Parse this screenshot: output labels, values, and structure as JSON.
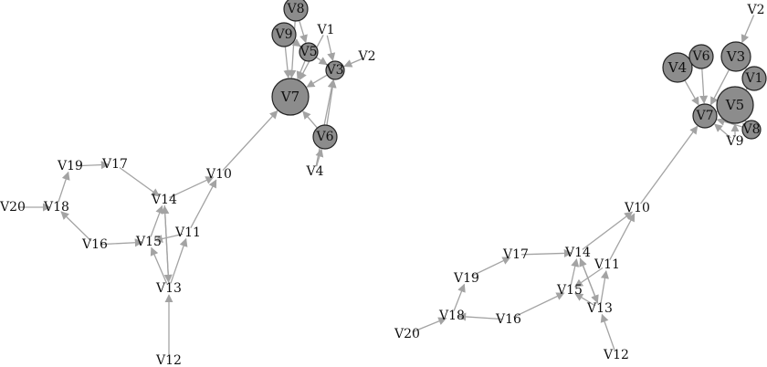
{
  "colors": {
    "edge": "#a3a3a3",
    "node_fill": "#8c8c8c",
    "node_stroke": "#222222",
    "label": "#111111"
  },
  "graphs": [
    {
      "id": "left",
      "nodes": [
        {
          "id": "V1",
          "label": "V1",
          "size": 0
        },
        {
          "id": "V2",
          "label": "V2",
          "size": 0
        },
        {
          "id": "V3",
          "label": "V3",
          "size": 1
        },
        {
          "id": "V4",
          "label": "V4",
          "size": 0
        },
        {
          "id": "V5",
          "label": "V5",
          "size": 1
        },
        {
          "id": "V6",
          "label": "V6",
          "size": 2
        },
        {
          "id": "V7",
          "label": "V7",
          "size": 4
        },
        {
          "id": "V8",
          "label": "V8",
          "size": 2
        },
        {
          "id": "V9",
          "label": "V9",
          "size": 2
        },
        {
          "id": "V10",
          "label": "V10",
          "size": 0
        },
        {
          "id": "V11",
          "label": "V11",
          "size": 0
        },
        {
          "id": "V12",
          "label": "V12",
          "size": 0
        },
        {
          "id": "V13",
          "label": "V13",
          "size": 0
        },
        {
          "id": "V14",
          "label": "V14",
          "size": 0
        },
        {
          "id": "V15",
          "label": "V15",
          "size": 0
        },
        {
          "id": "V16",
          "label": "V16",
          "size": 0
        },
        {
          "id": "V17",
          "label": "V17",
          "size": 0
        },
        {
          "id": "V18",
          "label": "V18",
          "size": 0
        },
        {
          "id": "V19",
          "label": "V19",
          "size": 0
        },
        {
          "id": "V20",
          "label": "V20",
          "size": 0
        }
      ],
      "edges": [
        [
          "V1",
          "V3"
        ],
        [
          "V2",
          "V3"
        ],
        [
          "V5",
          "V3"
        ],
        [
          "V8",
          "V5"
        ],
        [
          "V9",
          "V5"
        ],
        [
          "V8",
          "V7"
        ],
        [
          "V9",
          "V7"
        ],
        [
          "V5",
          "V7"
        ],
        [
          "V3",
          "V7"
        ],
        [
          "V6",
          "V3"
        ],
        [
          "V6",
          "V7"
        ],
        [
          "V4",
          "V6"
        ],
        [
          "V4",
          "V3"
        ],
        [
          "V1",
          "V7"
        ],
        [
          "V10",
          "V7"
        ],
        [
          "V14",
          "V10"
        ],
        [
          "V11",
          "V10"
        ],
        [
          "V13",
          "V11"
        ],
        [
          "V13",
          "V14"
        ],
        [
          "V15",
          "V14"
        ],
        [
          "V13",
          "V15"
        ],
        [
          "V12",
          "V13"
        ],
        [
          "V16",
          "V15"
        ],
        [
          "V17",
          "V14"
        ],
        [
          "V19",
          "V17"
        ],
        [
          "V18",
          "V19"
        ],
        [
          "V16",
          "V18"
        ],
        [
          "V20",
          "V18"
        ],
        [
          "V11",
          "V15"
        ],
        [
          "V14",
          "V13"
        ]
      ]
    },
    {
      "id": "right",
      "nodes": [
        {
          "id": "V1",
          "label": "V1",
          "size": 2
        },
        {
          "id": "V2",
          "label": "V2",
          "size": 0
        },
        {
          "id": "V3",
          "label": "V3",
          "size": 3
        },
        {
          "id": "V4",
          "label": "V4",
          "size": 3
        },
        {
          "id": "V5",
          "label": "V5",
          "size": 4
        },
        {
          "id": "V6",
          "label": "V6",
          "size": 2
        },
        {
          "id": "V7",
          "label": "V7",
          "size": 2
        },
        {
          "id": "V8",
          "label": "V8",
          "size": 1
        },
        {
          "id": "V9",
          "label": "V9",
          "size": 0
        },
        {
          "id": "V10",
          "label": "V10",
          "size": 0
        },
        {
          "id": "V11",
          "label": "V11",
          "size": 0
        },
        {
          "id": "V12",
          "label": "V12",
          "size": 0
        },
        {
          "id": "V13",
          "label": "V13",
          "size": 0
        },
        {
          "id": "V14",
          "label": "V14",
          "size": 0
        },
        {
          "id": "V15",
          "label": "V15",
          "size": 0
        },
        {
          "id": "V16",
          "label": "V16",
          "size": 0
        },
        {
          "id": "V17",
          "label": "V17",
          "size": 0
        },
        {
          "id": "V18",
          "label": "V18",
          "size": 0
        },
        {
          "id": "V19",
          "label": "V19",
          "size": 0
        },
        {
          "id": "V20",
          "label": "V20",
          "size": 0
        }
      ],
      "edges": [
        [
          "V2",
          "V3"
        ],
        [
          "V1",
          "V3"
        ],
        [
          "V6",
          "V7"
        ],
        [
          "V4",
          "V7"
        ],
        [
          "V3",
          "V7"
        ],
        [
          "V5",
          "V7"
        ],
        [
          "V1",
          "V5"
        ],
        [
          "V8",
          "V5"
        ],
        [
          "V9",
          "V7"
        ],
        [
          "V8",
          "V7"
        ],
        [
          "V9",
          "V5"
        ],
        [
          "V10",
          "V7"
        ],
        [
          "V14",
          "V10"
        ],
        [
          "V11",
          "V10"
        ],
        [
          "V13",
          "V11"
        ],
        [
          "V13",
          "V14"
        ],
        [
          "V15",
          "V14"
        ],
        [
          "V13",
          "V15"
        ],
        [
          "V12",
          "V13"
        ],
        [
          "V16",
          "V15"
        ],
        [
          "V17",
          "V14"
        ],
        [
          "V19",
          "V17"
        ],
        [
          "V18",
          "V19"
        ],
        [
          "V16",
          "V18"
        ],
        [
          "V20",
          "V18"
        ],
        [
          "V11",
          "V15"
        ],
        [
          "V14",
          "V13"
        ]
      ]
    }
  ]
}
